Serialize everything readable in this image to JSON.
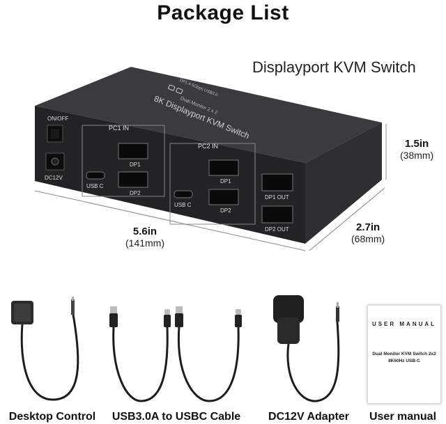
{
  "title": "Package List",
  "product_name": "Displayport KVM Switch",
  "device": {
    "top_label": "8K Displayport KVM Switch",
    "top_sublabel": "Dual Monitor 2 x 2",
    "top_ports": "DP1.4   5Gbps   USB3.0",
    "power_switch": "ON/OFF",
    "power_jack": "DC12V",
    "pc1_label": "PC1 IN",
    "pc2_label": "PC2 IN",
    "usbc": "USB C",
    "dp1": "DP1",
    "dp2": "DP2",
    "dp1_out": "DP1 OUT",
    "dp2_out": "DP2 OUT"
  },
  "dimensions": {
    "height": {
      "in": "1.5in",
      "mm": "(38mm)"
    },
    "length": {
      "in": "5.6in",
      "mm": "(141mm)"
    },
    "depth": {
      "in": "2.7in",
      "mm": "(68mm)"
    }
  },
  "accessories": [
    {
      "label": "Desktop Control",
      "icon": "desktop-control-icon"
    },
    {
      "label": "USB3.0A to USBC Cable",
      "icon": "usb-cable-icon"
    },
    {
      "label": "DC12V Adapter",
      "icon": "power-adapter-icon"
    },
    {
      "label": "User manual",
      "icon": "user-manual-icon"
    }
  ],
  "manual": {
    "title": "USER MANUAL",
    "line1": "Dual Monitor KVM Switch 2x2",
    "line2": "8K60Hz USB-C"
  }
}
